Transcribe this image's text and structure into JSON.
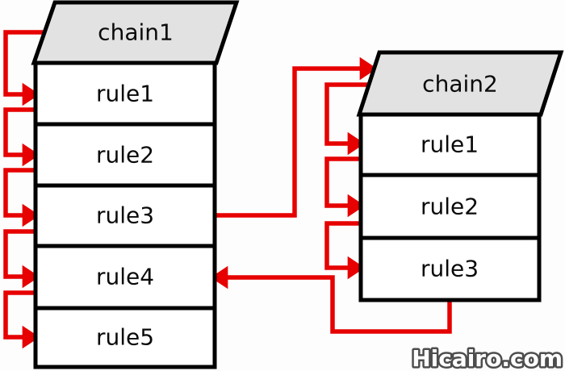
{
  "diagram": {
    "chains": [
      {
        "name": "chain1",
        "rules": [
          "rule1",
          "rule2",
          "rule3",
          "rule4",
          "rule5"
        ]
      },
      {
        "name": "chain2",
        "rules": [
          "rule1",
          "rule2",
          "rule3"
        ]
      }
    ],
    "edges": [
      {
        "from": "chain1.header",
        "to": "chain1.rule1"
      },
      {
        "from": "chain1.rule1",
        "to": "chain1.rule2"
      },
      {
        "from": "chain1.rule2",
        "to": "chain1.rule3"
      },
      {
        "from": "chain1.rule3",
        "to": "chain1.rule4"
      },
      {
        "from": "chain1.rule4",
        "to": "chain1.rule5"
      },
      {
        "from": "chain1.rule3",
        "to": "chain2.header",
        "type": "jump"
      },
      {
        "from": "chain2.header",
        "to": "chain2.rule1"
      },
      {
        "from": "chain2.rule1",
        "to": "chain2.rule2"
      },
      {
        "from": "chain2.rule2",
        "to": "chain2.rule3"
      },
      {
        "from": "chain2.end",
        "to": "chain1.rule4",
        "type": "return"
      }
    ]
  },
  "watermark": "Hicairo.com",
  "colors": {
    "arrow_red": "#e60000",
    "header_fill": "#e2e2e2",
    "box_fill": "#ffffff",
    "line_black": "#000000",
    "background": "#fdfdfd",
    "watermark_fill": "#ffffff",
    "watermark_outline": "#4d4d4d"
  }
}
